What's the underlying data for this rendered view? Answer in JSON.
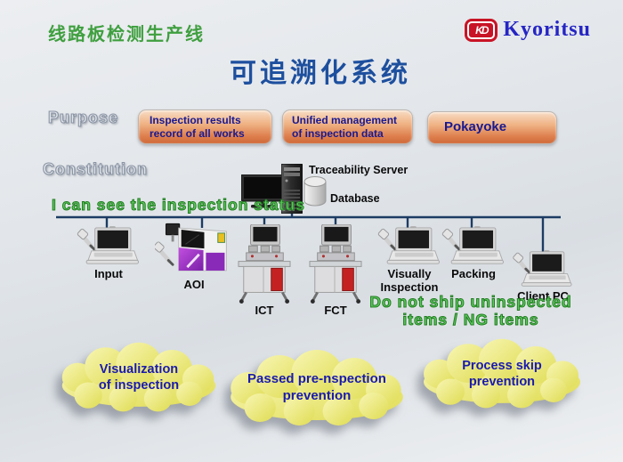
{
  "slide": {
    "subtitle": "线路板检测生产线",
    "title": "可追溯化系统"
  },
  "logo": {
    "badge": "KD",
    "name": "Kyoritsu"
  },
  "purpose": {
    "label": "Purpose",
    "buttons": [
      {
        "label": "Inspection results\nrecord of all works"
      },
      {
        "label": "Unified management\nof inspection data"
      },
      {
        "label": "Pokayoke"
      }
    ]
  },
  "constitution": {
    "label": "Constitution",
    "server_label": "Traceability Server",
    "database_label": "Database",
    "status_note": "I can see the inspection status",
    "ship_note": "Do not ship uninspected\nitems / NG items",
    "devices": [
      {
        "label": "Input",
        "icon": "laptop-with-scanner-icon"
      },
      {
        "label": "AOI",
        "icon": "aoi-machine-icon"
      },
      {
        "label": "ICT",
        "icon": "test-station-icon"
      },
      {
        "label": "FCT",
        "icon": "test-station-icon"
      },
      {
        "label": "Visually\nInspection",
        "icon": "laptop-with-scanner-icon"
      },
      {
        "label": "Packing",
        "icon": "laptop-with-scanner-icon"
      },
      {
        "label": "Client PC",
        "icon": "laptop-with-scanner-icon"
      }
    ]
  },
  "clouds": [
    {
      "label": "Visualization\nof inspection"
    },
    {
      "label": "Passed pre-nspection\nprevention"
    },
    {
      "label": "Process skip\nprevention"
    }
  ],
  "icons": {
    "logo_badge": "kd-badge-icon",
    "server": "server-tower-icon",
    "database": "database-cylinder-icon",
    "monitor": "monitor-icon"
  },
  "colors": {
    "heading_green": "#3f9f3f",
    "title_blue": "#1d4f9e",
    "note_green": "#5cc85c",
    "button_text_navy": "#191991",
    "button_orange_top": "#f8dcc4",
    "button_orange_bottom": "#d06a3a",
    "network_line": "#1c3c63",
    "cloud_yellow": "#e9e671",
    "cloud_text_navy": "#1a1aae",
    "logo_red": "#c81426",
    "logo_blue": "#2525c4"
  }
}
